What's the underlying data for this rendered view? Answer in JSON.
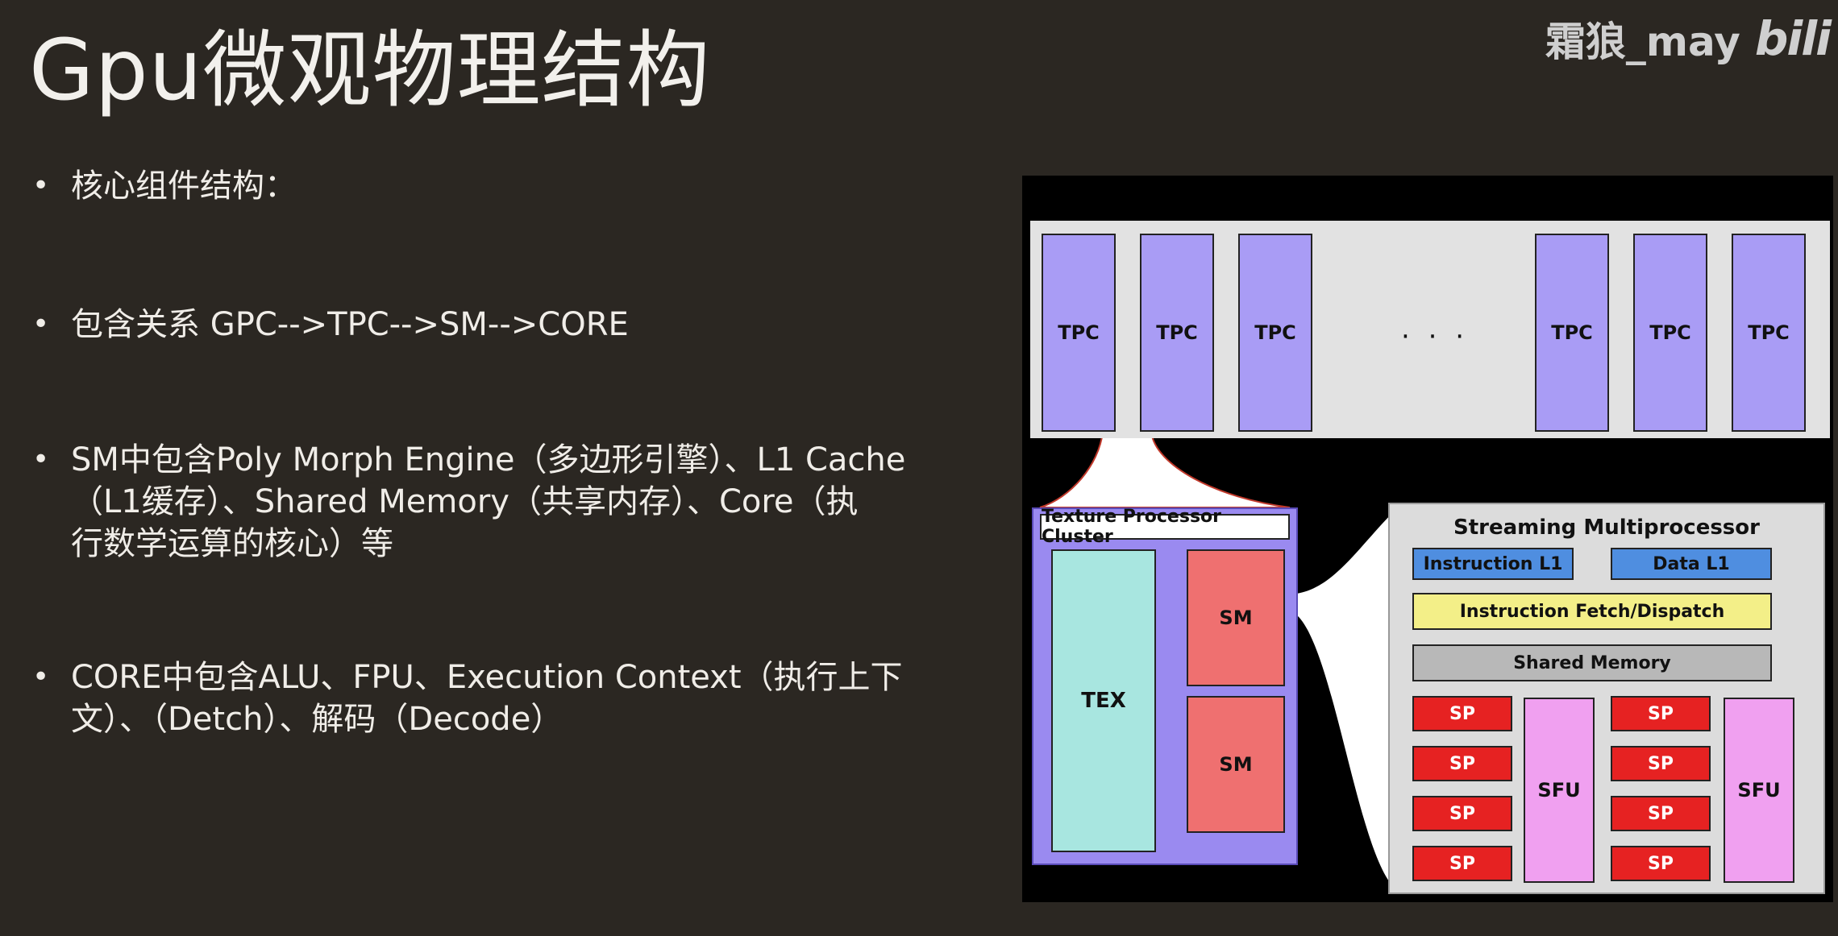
{
  "title": "Gpu微观物理结构",
  "watermark": {
    "user": "霜狼_may",
    "logo": "bilibili"
  },
  "bullets": [
    {
      "text": "核心组件结构："
    },
    {
      "text": "包含关系 GPC-->TPC-->SM-->CORE"
    },
    {
      "line1": "SM中包含Poly Morph Engine（多边形引擎）、L1 Cache",
      "line2": "（L1缓存）、Shared Memory（共享内存）、Core（执",
      "line3": "行数学运算的核心）等"
    },
    {
      "line1": "CORE中包含ALU、FPU、Execution Context（执行上下",
      "line2": "文）、（Detch）、解码（Decode）"
    }
  ],
  "bullet_marker": "•",
  "diagram": {
    "tpc_labels": [
      "TPC",
      "TPC",
      "TPC",
      "TPC",
      "TPC",
      "TPC"
    ],
    "ellipsis": "· · ·",
    "cluster": {
      "label": "Texture Processor Cluster",
      "tex": "TEX",
      "sm_top": "SM",
      "sm_bottom": "SM"
    },
    "sm": {
      "title": "Streaming Multiprocessor",
      "instruction_l1": "Instruction L1",
      "data_l1": "Data L1",
      "fetch": "Instruction Fetch/Dispatch",
      "shared_memory": "Shared Memory",
      "sp_labels": [
        "SP",
        "SP",
        "SP",
        "SP",
        "SP",
        "SP",
        "SP",
        "SP"
      ],
      "sfu_left": "SFU",
      "sfu_right": "SFU"
    },
    "colors": {
      "tpc": "#a99cf5",
      "cluster": "#9a8af0",
      "tex": "#a8e6e0",
      "sm": "#ef7070",
      "instruction_l1": "#4f8ee0",
      "fetch": "#f3ef88",
      "shared_memory": "#b8b8b8",
      "sp": "#e62222",
      "sfu": "#f0a0f0"
    }
  }
}
